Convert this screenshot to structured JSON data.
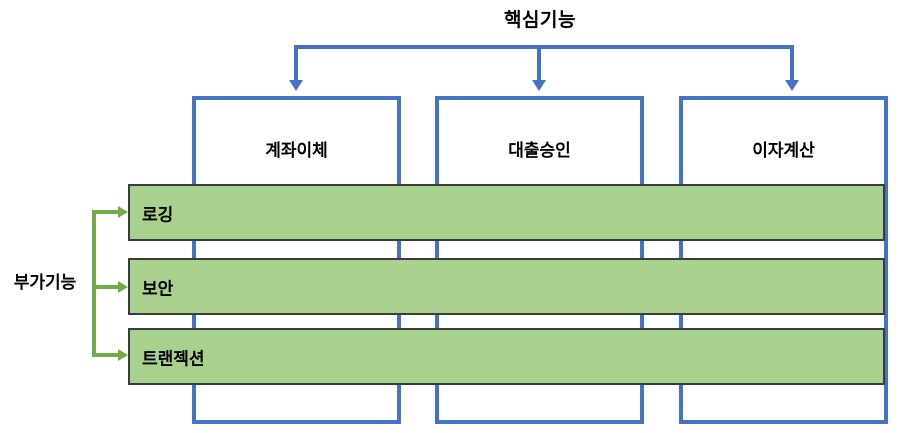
{
  "diagram": {
    "core": {
      "title": "핵심기능",
      "columns": [
        {
          "label": "계좌이체"
        },
        {
          "label": "대출승인"
        },
        {
          "label": "이자계산"
        }
      ]
    },
    "aspects": {
      "title": "부가기능",
      "bars": [
        {
          "label": "로깅"
        },
        {
          "label": "보안"
        },
        {
          "label": "트랜젝션"
        }
      ]
    },
    "colors": {
      "core_blue": "#4472C4",
      "aspect_green_fill": "#A9D18E",
      "aspect_green_line": "#70AD47",
      "bar_border": "#3B3B3B",
      "background": "#FFFFFF",
      "text": "#000000"
    }
  }
}
